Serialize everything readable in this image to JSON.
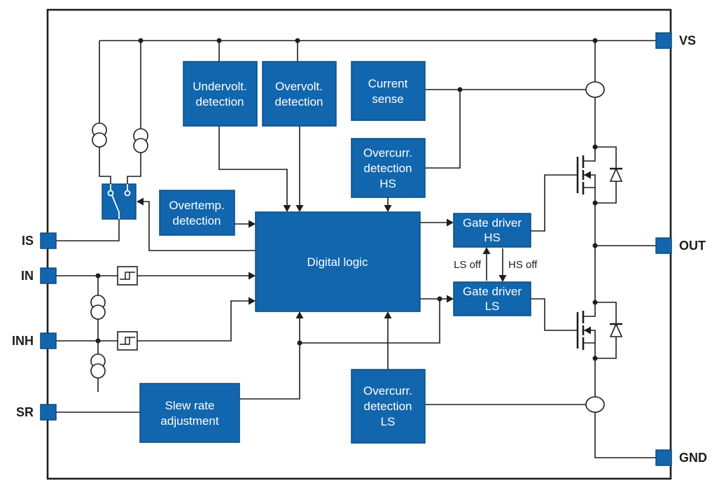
{
  "colors": {
    "block_fill": "#1266ad",
    "block_stroke": "#0b4c82",
    "wire": "#1d1d1b",
    "background": "#ffffff"
  },
  "pins": {
    "vs": "VS",
    "out": "OUT",
    "gnd": "GND",
    "is": "IS",
    "in": "IN",
    "inh": "INH",
    "sr": "SR"
  },
  "blocks": {
    "undervolt": {
      "line1": "Undervolt.",
      "line2": "detection"
    },
    "overvolt": {
      "line1": "Overvolt.",
      "line2": "detection"
    },
    "current_sense": {
      "line1": "Current",
      "line2": "sense"
    },
    "overcurr_hs": {
      "line1": "Overcurr.",
      "line2": "detection",
      "line3": "HS"
    },
    "overtemp": {
      "line1": "Overtemp.",
      "line2": "detection"
    },
    "digital_logic": {
      "line1": "Digital logic"
    },
    "gate_driver_hs": {
      "line1": "Gate driver",
      "line2": "HS"
    },
    "gate_driver_ls": {
      "line1": "Gate driver",
      "line2": "LS"
    },
    "overcurr_ls": {
      "line1": "Overcurr.",
      "line2": "detection",
      "line3": "LS"
    },
    "slew_rate": {
      "line1": "Slew rate",
      "line2": "adjustment"
    }
  },
  "signals": {
    "ls_off": "LS off",
    "hs_off": "HS off"
  }
}
